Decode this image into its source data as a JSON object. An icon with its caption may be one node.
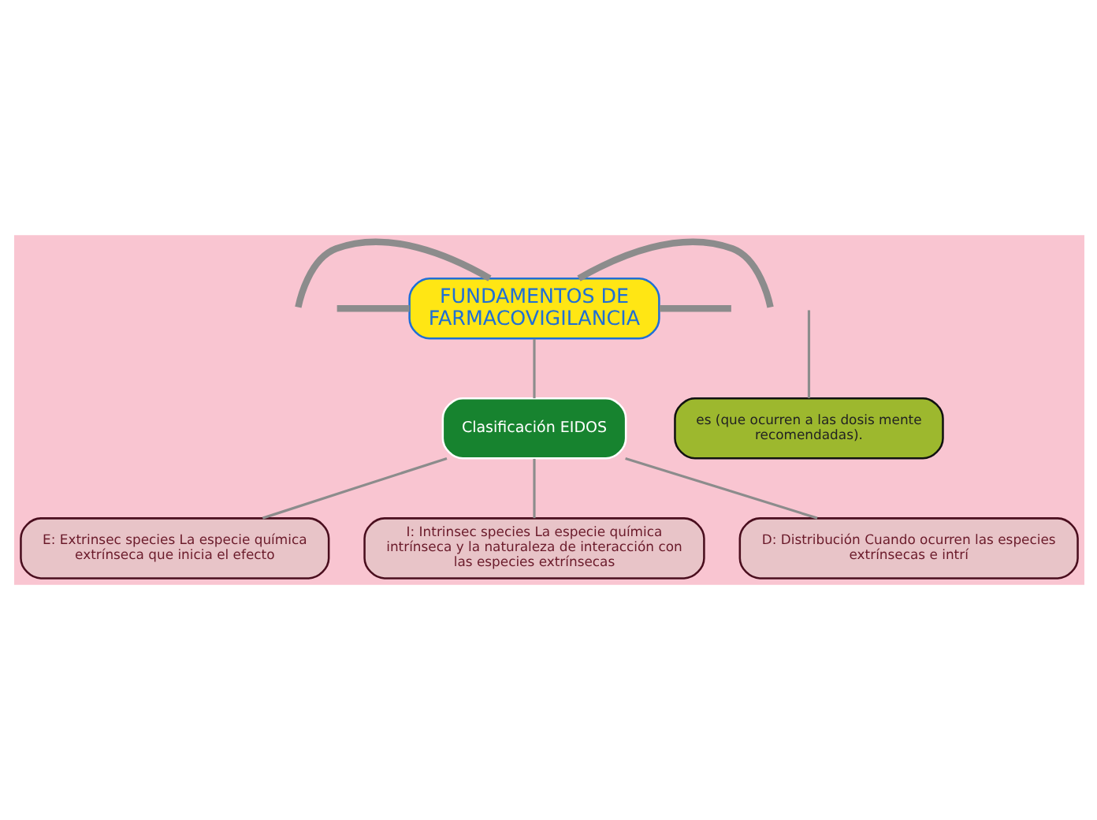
{
  "diagram": {
    "nodes": [
      {
        "text": [
          "FUNDAMENTOS DE FARMACOVIGILANCIA"
        ]
      },
      {
        "text": [
          "Clasificación EIDOS"
        ]
      },
      {
        "text": [
          "E: Extrinsec species La especie química extrínseca que inicia el efecto"
        ]
      },
      {
        "text": [
          "I: Intrinsec species La especie química intrínseca y la naturaleza de interacción con las especies extrínsecas"
        ]
      },
      {
        "text": [
          "D: Distribución Cuando ocurren las especies extrínsecas e intrí"
        ]
      },
      {
        "text": [
          "es (que ocurren a las dosis mente recomendadas)."
        ]
      }
    ],
    "edges": [
      {
        "from": 0,
        "to": null,
        "arrow": "none",
        "style": "thick"
      },
      {
        "from": 0,
        "to": null,
        "arrow": "none",
        "style": "thick"
      },
      {
        "from": 0,
        "to": null,
        "arrow": "none",
        "style": "thick"
      },
      {
        "from": 0,
        "to": null,
        "arrow": "none",
        "style": "thick"
      },
      {
        "from": 0,
        "to": 1,
        "arrow": "none"
      },
      {
        "from": 1,
        "to": 2,
        "arrow": "none"
      },
      {
        "from": 1,
        "to": 3,
        "arrow": "none"
      },
      {
        "from": 1,
        "to": 4,
        "arrow": "none"
      },
      {
        "from": null,
        "to": 5,
        "arrow": "none"
      }
    ]
  }
}
